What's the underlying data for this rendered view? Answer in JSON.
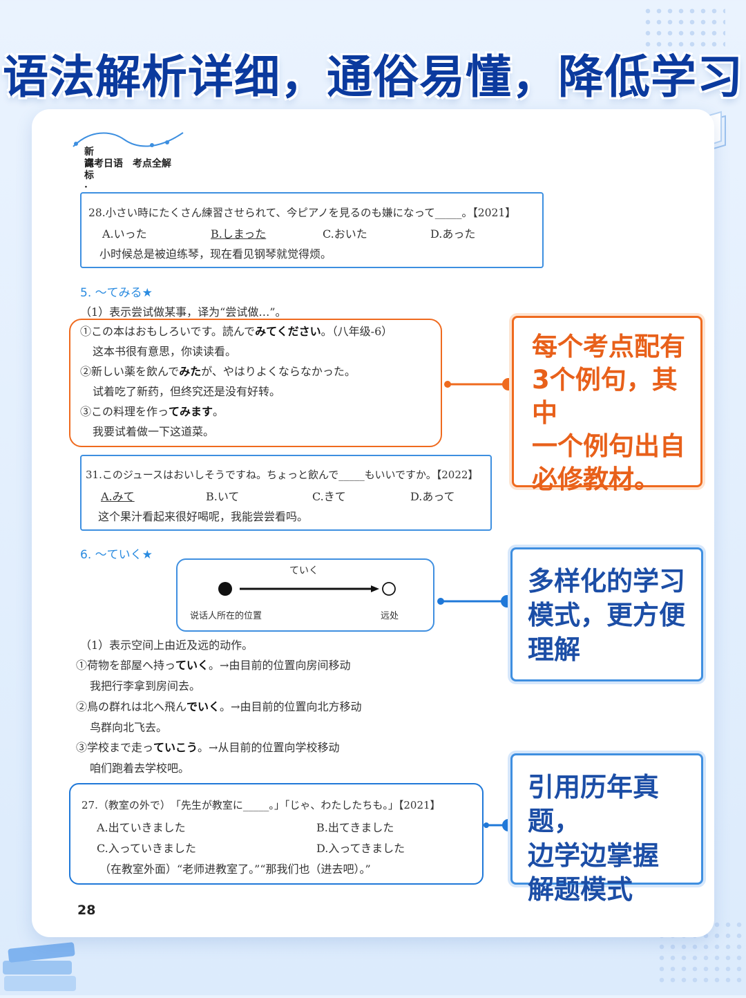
{
  "headline": "语法解析详细，通俗易懂，降低学习难度",
  "book": {
    "series_line1": "新课标·",
    "series_line2": "高考日语　考点全解",
    "page_number": "28"
  },
  "q28": {
    "stem": "28.小さい時にたくさん練習させられて、今ピアノを見るのも嫌になって_____。【2021】",
    "options": [
      "A.いった",
      "B.しまった",
      "C.おいた",
      "D.あった"
    ],
    "translation": "小时候总是被迫练琴，现在看见钢琴就觉得烦。"
  },
  "section5": {
    "heading": "5. ～てみる★",
    "usage": "（1）表示尝试做某事，译为“尝试做…”。",
    "examples": [
      {
        "jp_pre": "①この本はおもしろいです。読んで",
        "jp_bold": "みてください",
        "jp_post": "。（八年级-6）",
        "cn": "这本书很有意思，你读读看。"
      },
      {
        "jp_pre": "②新しい薬を飲んで",
        "jp_bold": "みた",
        "jp_post": "が、やはりよくならなかった。",
        "cn": "试着吃了新药，但终究还是没有好转。"
      },
      {
        "jp_pre": "③この料理を作っ",
        "jp_bold": "てみます",
        "jp_post": "。",
        "cn": "我要试着做一下这道菜。"
      }
    ]
  },
  "q31": {
    "stem": "31.このジュースはおいしそうですね。ちょっと飲んで_____もいいですか。【2022】",
    "options": [
      "A.みて",
      "B.いて",
      "C.きて",
      "D.あって"
    ],
    "translation": "这个果汁看起来很好喝呢，我能尝尝看吗。"
  },
  "section6": {
    "heading": "6. ～ていく★",
    "diagram_label": "ていく",
    "diagram_left": "说话人所在的位置",
    "diagram_right": "远处",
    "usage": "（1）表示空间上由近及远的动作。",
    "examples": [
      {
        "jp_pre": "①荷物を部屋へ持っ",
        "jp_bold": "ていく",
        "jp_post": "。→由目前的位置向房间移动",
        "cn": "我把行李拿到房间去。"
      },
      {
        "jp_pre": "②鳥の群れは北へ飛ん",
        "jp_bold": "でいく",
        "jp_post": "。→由目前的位置向北方移动",
        "cn": "鸟群向北飞去。"
      },
      {
        "jp_pre": "③学校まで走っ",
        "jp_bold": "ていこう",
        "jp_post": "。→从目前的位置向学校移动",
        "cn": "咱们跑着去学校吧。"
      }
    ]
  },
  "q27": {
    "stem": "27.（教室の外で）　「先生が教室に_____。」「じゃ、わたしたちも。」【2021】",
    "options": [
      "A.出ていきました",
      "B.出てきました",
      "C.入っていきました",
      "D.入ってきました"
    ],
    "translation": "（在教室外面）“老师进教室了。”“那我们也（进去吧）。”"
  },
  "callouts": {
    "orange": [
      "每个考点配有",
      "3个例句，其中",
      "一个例句出自",
      "必修教材。"
    ],
    "blue1": [
      "多样化的学习",
      "模式，更方便",
      "理解"
    ],
    "blue2": [
      "引用历年真题，",
      "边学边掌握",
      "解题模式"
    ]
  },
  "colors": {
    "brand_blue": "#0b3a9e",
    "accent_orange": "#ef6a1e",
    "frame_blue": "#3f8fe0",
    "section_blue": "#2a8be0"
  }
}
